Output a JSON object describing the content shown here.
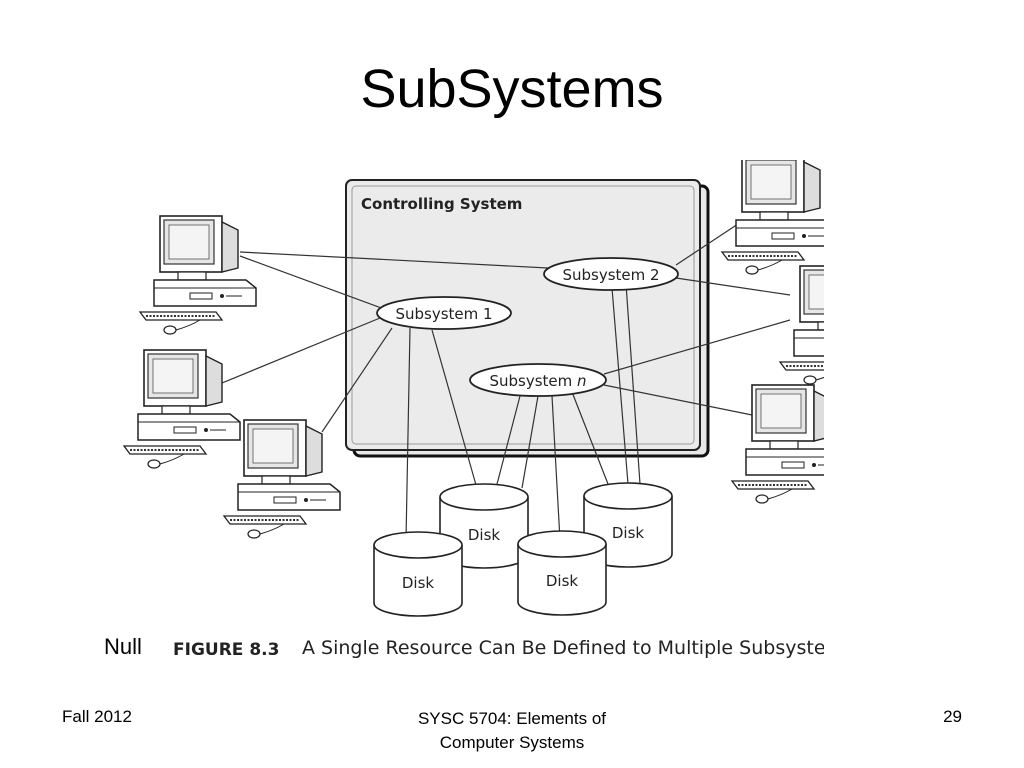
{
  "slide": {
    "title": "SubSystems",
    "note_label": "Null"
  },
  "figure": {
    "controlling_system_label": "Controlling System",
    "subsystems": [
      "Subsystem 1",
      "Subsystem 2",
      "Subsystem n"
    ],
    "subsystem_n_prefix": "Subsystem ",
    "subsystem_n_suffix": "n",
    "disk_label": "Disk",
    "caption_number": "FIGURE 8.3",
    "caption_text": "A Single Resource Can Be Defined to Multiple Subsyste"
  },
  "footer": {
    "left": "Fall 2012",
    "center_line1": "SYSC 5704: Elements of",
    "center_line2": "Computer Systems",
    "page_number": "29"
  }
}
